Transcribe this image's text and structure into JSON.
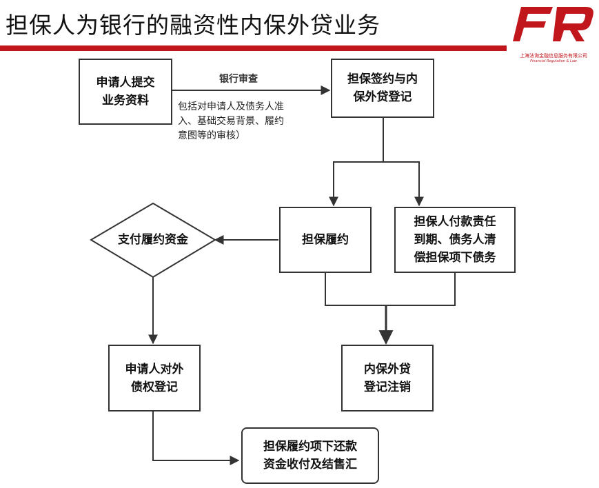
{
  "header": {
    "title": "担保人为银行的融资性内保外贷业务"
  },
  "logo": {
    "text": "FR",
    "company_cn": "上海法询金融信息服务有限公司",
    "company_en": "Financial Regulation & Law",
    "color": "#c0161c"
  },
  "nodes": {
    "submit": {
      "line1": "申请人提交",
      "line2": "业务资料"
    },
    "sign": {
      "line1": "担保签约与内",
      "line2": "保外贷登记"
    },
    "perform": {
      "line1": "担保履约"
    },
    "liability": {
      "line1": "担保人付款责任",
      "line2": "到期、债务人清",
      "line3": "偿担保项下债务"
    },
    "pay_decision": {
      "line1": "支付履约资金"
    },
    "claim_reg": {
      "line1": "申请人对外",
      "line2": "债权登记"
    },
    "cancel": {
      "line1": "内保外贷",
      "line2": "登记注销"
    },
    "repay": {
      "line1": "担保履约项下还款",
      "line2": "资金收付及结售汇"
    }
  },
  "edge_labels": {
    "review_title": "银行审查",
    "review_detail": [
      "包括对申请人及债务人准",
      "入、基础交易背景、履约",
      "意图等的审核）"
    ]
  }
}
